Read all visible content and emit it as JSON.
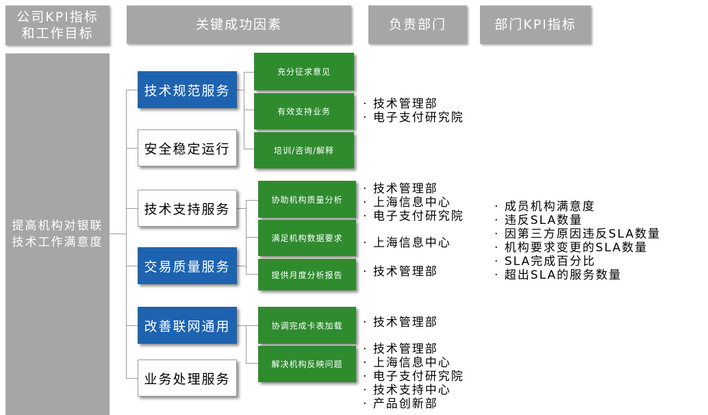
{
  "headers": {
    "company_kpi": [
      "公司KPI指标",
      "和工作目标"
    ],
    "key_factors": "关键成功因素",
    "department": "负责部门",
    "dept_kpi": "部门KPI指标"
  },
  "goal": [
    "提高机构对银联",
    "技术工作满意度"
  ],
  "factors": [
    {
      "label": "技术规范服务",
      "style": "blue"
    },
    {
      "label": "安全稳定运行",
      "style": "white"
    },
    {
      "label": "技术支持服务",
      "style": "white"
    },
    {
      "label": "交易质量服务",
      "style": "blue"
    },
    {
      "label": "改善联网通用",
      "style": "blue"
    },
    {
      "label": "业务处理服务",
      "style": "white"
    }
  ],
  "activities": [
    "充分征求意见",
    "有效支持业务",
    "培训/咨询/解释",
    "协助机构质量分析",
    "满足机构数据要求",
    "提供月度分析报告",
    "协调完成卡表加载",
    "解决机构反映问题"
  ],
  "departments": [
    [
      "技术管理部",
      "电子支付研究院"
    ],
    [
      "技术管理部",
      "上海信息中心",
      "电子支付研究院"
    ],
    [
      "上海信息中心"
    ],
    [
      "技术管理部"
    ],
    [
      "技术管理部"
    ],
    [
      "技术管理部",
      "上海信息中心",
      "电子支付研究院",
      "技术支持中心",
      "产品创新部"
    ]
  ],
  "dept_kpis": [
    "成员机构满意度",
    "违反SLA数量",
    "因第三方原因违反SLA数量",
    "机构要求变更的SLA数量",
    "SLA完成百分比",
    "超出SLA的服务数量"
  ]
}
